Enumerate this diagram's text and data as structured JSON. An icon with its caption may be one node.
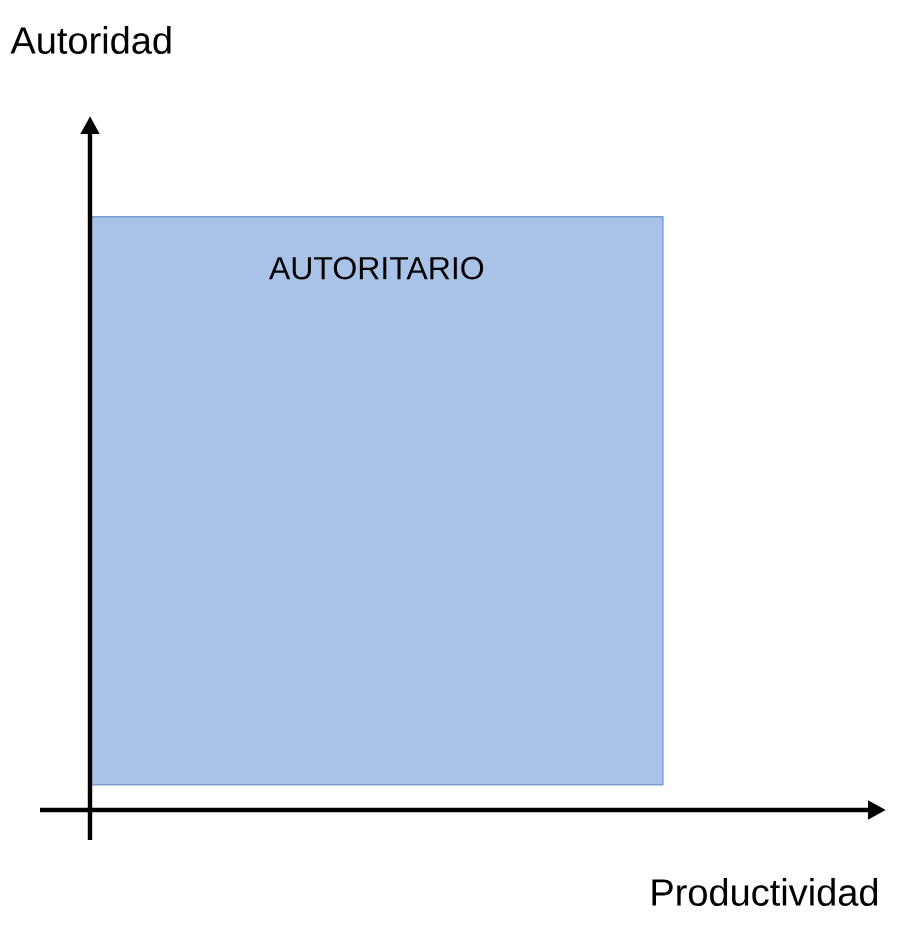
{
  "diagram": {
    "nodes": [
      {
        "text": [
          "AUTORITARIO"
        ]
      }
    ],
    "labels": [
      "Autoridad",
      "Productividad"
    ]
  }
}
